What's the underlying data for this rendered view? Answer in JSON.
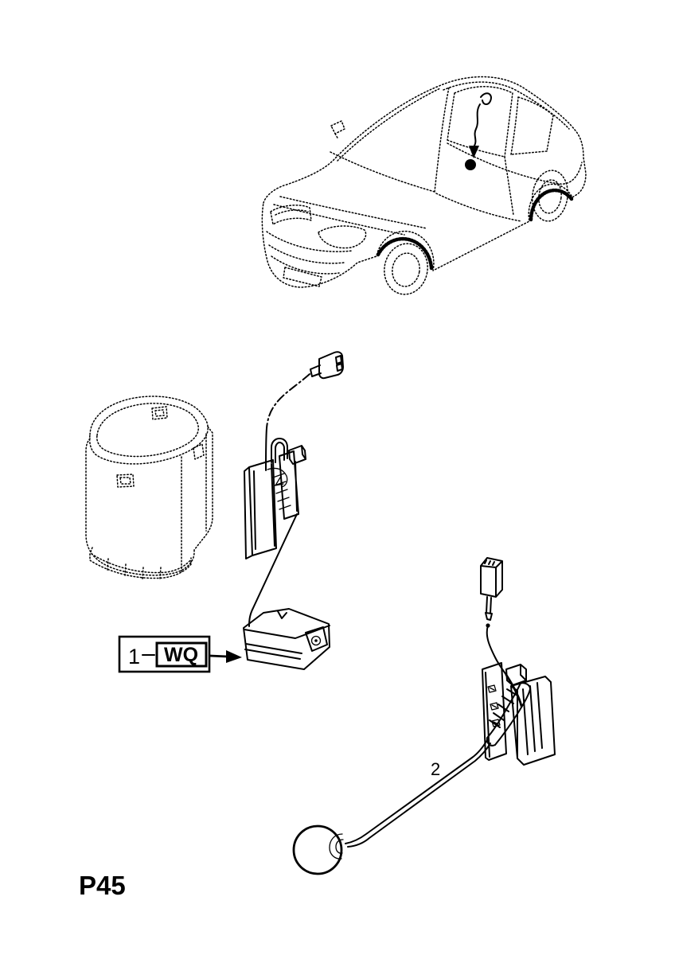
{
  "page": {
    "code": "P45",
    "background": "#ffffff",
    "ink": "#000000"
  },
  "figures": {
    "vehicle": "car-outline",
    "location_marker": "location-arrow",
    "tank": "fuel-tank",
    "sender_1": "fuel-sender-with-harness-and-box-float",
    "sender_2": "fuel-sender-with-float-ball"
  },
  "callouts": {
    "part1": {
      "index": "1",
      "code": "WQ"
    },
    "part2": {
      "index": "2"
    }
  }
}
